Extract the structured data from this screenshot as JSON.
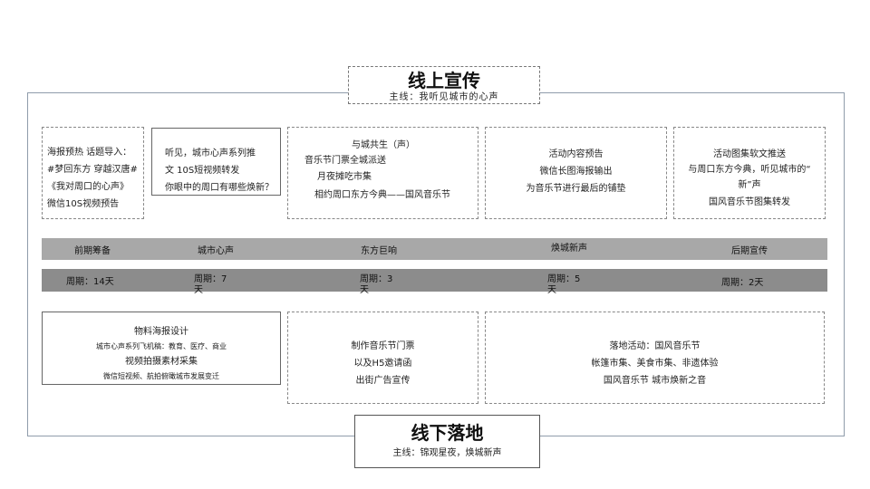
{
  "online": {
    "title": "线上宣传",
    "subtitle": "主线：我听见城市的心声"
  },
  "offline": {
    "title": "线下落地",
    "subtitle": "主线：锦观星夜，焕城新声"
  },
  "top_boxes": [
    {
      "lines": [
        "海报预热 话题导入：",
        "#梦回东方 穿越汉唐#",
        "《我对周口的心声》",
        "微信10S视频预告"
      ]
    },
    {
      "lines": [
        "听见，城市心声系列推",
        "文 10S短视频转发",
        "你眼中的周口有哪些焕新？"
      ]
    },
    {
      "lines": [
        "与城共生（声）",
        "音乐节门票全城派送",
        "月夜摊吃市集",
        "相约周口东方今典——国风音乐节"
      ]
    },
    {
      "lines": [
        "活动内容预告",
        "微信长图海报输出",
        "为音乐节进行最后的铺垫"
      ]
    },
    {
      "lines": [
        "活动图集软文推送",
        "与周口东方今典，听见城市的“",
        "新”声",
        "国风音乐节图集转发"
      ]
    }
  ],
  "stages": [
    "前期筹备",
    "城市心声",
    "东方巨响",
    "焕城新声",
    "后期宣传"
  ],
  "periods": [
    "周期：14天",
    "周期：7天",
    "周期：3天",
    "周期：5天",
    "周期：2天"
  ],
  "bottom_boxes": [
    {
      "lines": [
        "物料海报设计",
        "城市心声系列飞机稿：教育、医疗、商业",
        "视频拍摄素材采集",
        "微信短视频、航拍俯瞰城市发展变迁"
      ]
    },
    {
      "lines": [
        "制作音乐节门票",
        "以及H5邀请函",
        "出街广告宣传"
      ]
    },
    {
      "lines": [
        "落地活动：国风音乐节",
        "帐篷市集、美食市集、非遗体验",
        "国风音乐节 城市焕新之音"
      ]
    }
  ]
}
